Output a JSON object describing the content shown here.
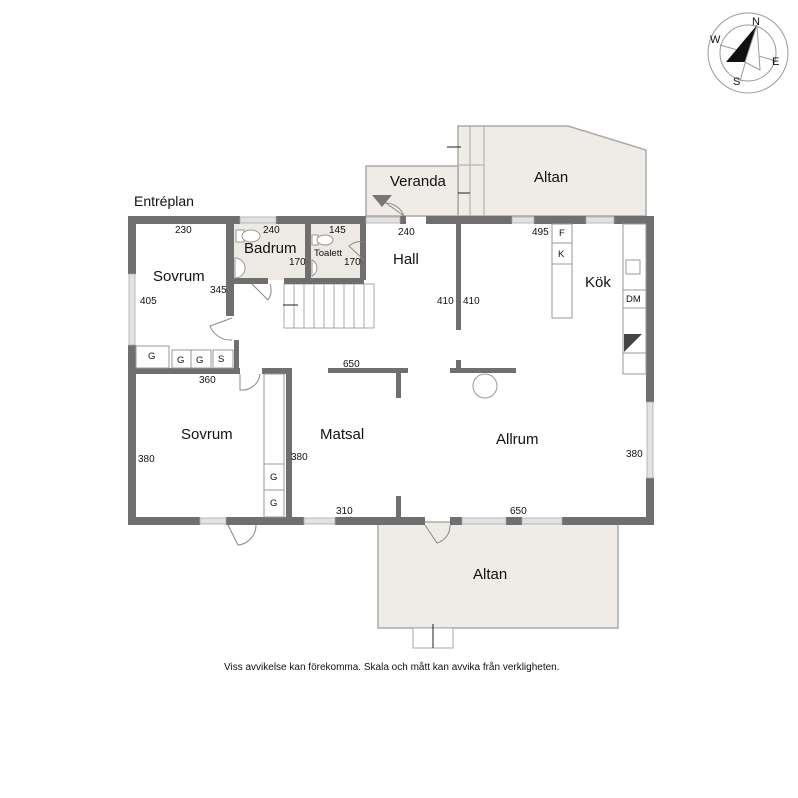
{
  "plan": {
    "level_title": "Entréplan",
    "disclaimer": "Viss avvikelse kan förekomma. Skala och mått kan avvika från verkligheten.",
    "compass": {
      "n": "N",
      "e": "E",
      "s": "S",
      "w": "W"
    },
    "colors": {
      "wall": "#6f6f6f",
      "floor_tile": "#ede9e4",
      "deck": "#efebe7",
      "window": "#d9d9d9"
    }
  },
  "rooms": {
    "sovrum_top": {
      "name": "Sovrum",
      "dims": [
        "230",
        "405",
        "345"
      ]
    },
    "badrum": {
      "name": "Badrum",
      "dims": [
        "240",
        "170"
      ]
    },
    "toalett": {
      "name": "Toalett",
      "dims": [
        "145",
        "170"
      ]
    },
    "hall": {
      "name": "Hall",
      "dims": [
        "240",
        "410",
        "410"
      ]
    },
    "kok": {
      "name": "Kök",
      "dims": [
        "495"
      ],
      "fixtures": [
        "F",
        "K",
        "DM"
      ]
    },
    "sovrum_bottom": {
      "name": "Sovrum",
      "dims": [
        "360",
        "380"
      ]
    },
    "matsal": {
      "name": "Matsal",
      "dims": [
        "650",
        "380",
        "310"
      ]
    },
    "allrum": {
      "name": "Allrum",
      "dims": [
        "380",
        "650"
      ]
    },
    "veranda": {
      "name": "Veranda"
    },
    "altan_top": {
      "name": "Altan"
    },
    "altan_bottom": {
      "name": "Altan"
    }
  },
  "storage": {
    "hall_closets": [
      "G",
      "G",
      "G",
      "S"
    ],
    "corridor_closets": [
      "G",
      "G"
    ]
  }
}
